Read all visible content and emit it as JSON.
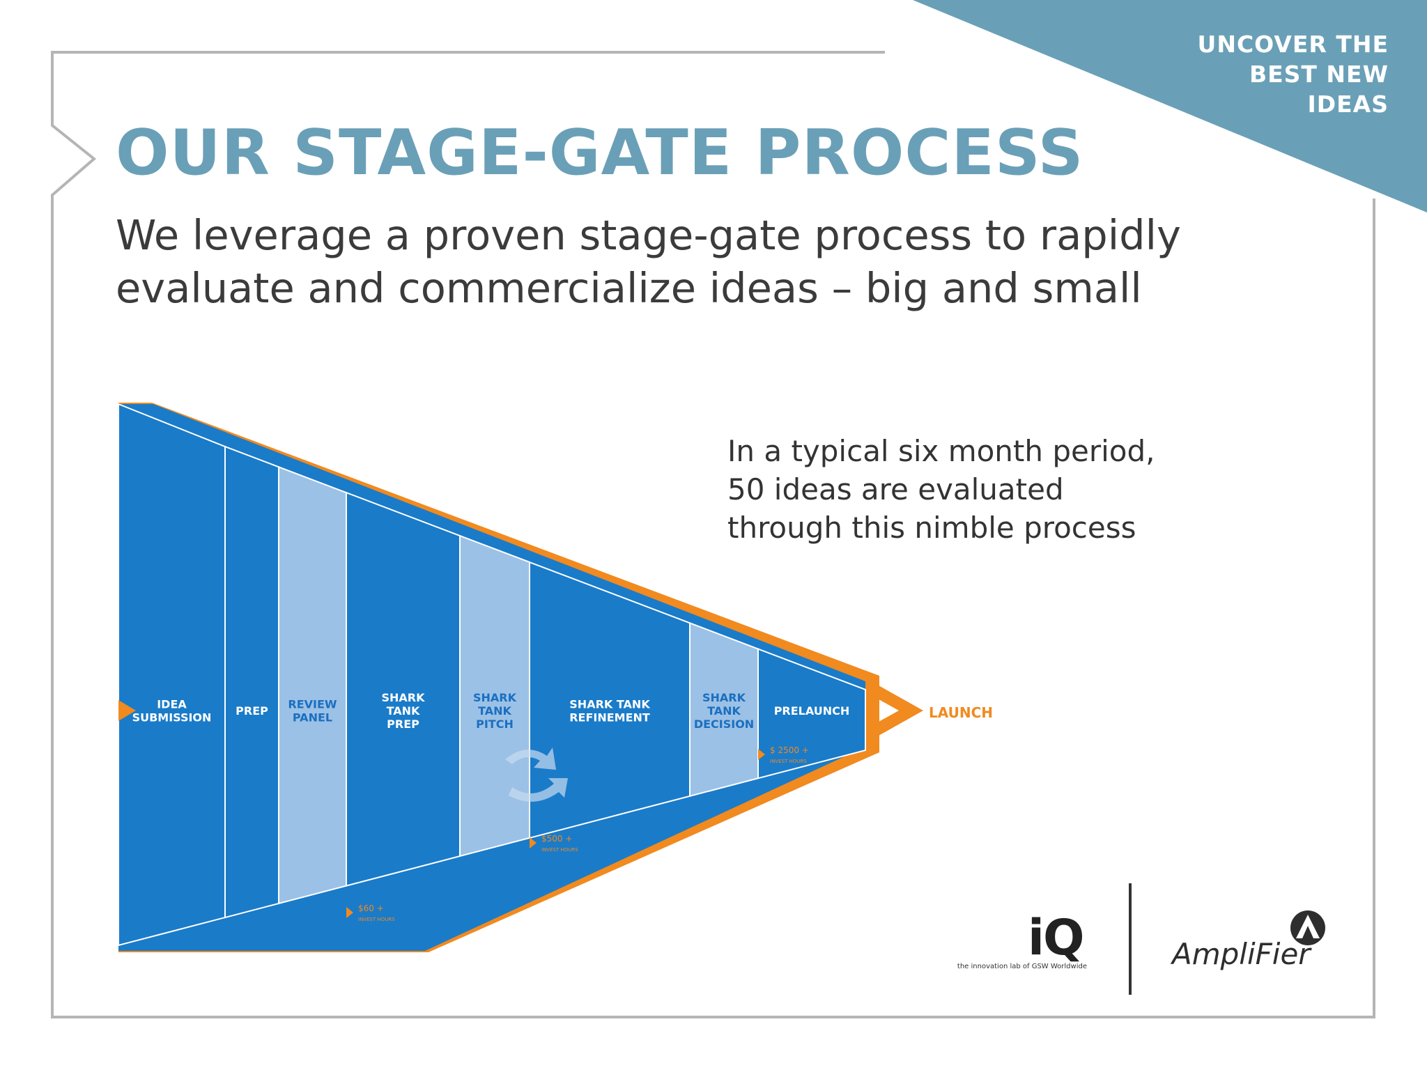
{
  "corner_banner": {
    "lines": [
      "UNCOVER THE",
      "BEST NEW",
      "IDEAS"
    ]
  },
  "title": "OUR STAGE-GATE PROCESS",
  "subtitle": "We leverage a proven stage-gate process to rapidly evaluate and commercialize ideas – big and small",
  "callout": {
    "lines": [
      "In a typical six month period,",
      "50 ideas are evaluated",
      "through this nimble process"
    ]
  },
  "funnel": {
    "stages": [
      {
        "lines": [
          "IDEA",
          "SUBMISSION"
        ],
        "shade": "dark"
      },
      {
        "lines": [
          "PREP"
        ],
        "shade": "dark"
      },
      {
        "lines": [
          "REVIEW",
          "PANEL"
        ],
        "shade": "light"
      },
      {
        "lines": [
          "SHARK",
          "TANK",
          "PREP"
        ],
        "shade": "dark"
      },
      {
        "lines": [
          "SHARK",
          "TANK",
          "PITCH"
        ],
        "shade": "light"
      },
      {
        "lines": [
          "SHARK TANK",
          "REFINEMENT"
        ],
        "shade": "dark"
      },
      {
        "lines": [
          "SHARK",
          "TANK",
          "DECISION"
        ],
        "shade": "light"
      },
      {
        "lines": [
          "PRELAUNCH"
        ],
        "shade": "dark"
      }
    ],
    "launch_label": "LAUNCH",
    "investments": [
      {
        "amount": "$60 +",
        "note": "INVEST HOURS"
      },
      {
        "amount": "$500 +",
        "note": "INVEST HOURS"
      },
      {
        "amount": "$ 2500 +",
        "note": "INVEST HOURS"
      }
    ]
  },
  "logos": {
    "iq": {
      "mark": "iQ",
      "tagline": "the innovation lab of GSW Worldwide"
    },
    "amplifier": {
      "name": "AmpliFier"
    }
  },
  "colors": {
    "accent_teal": "#6aa0b7",
    "funnel_dark_blue": "#1a7bc9",
    "funnel_light_blue": "#9cc1e6",
    "funnel_orange": "#f18a1f",
    "frame_gray": "#b5b5b5"
  },
  "icons": [
    "refresh-arrows-icon",
    "amplifier-a-icon",
    "chevron-arrow-icon"
  ]
}
